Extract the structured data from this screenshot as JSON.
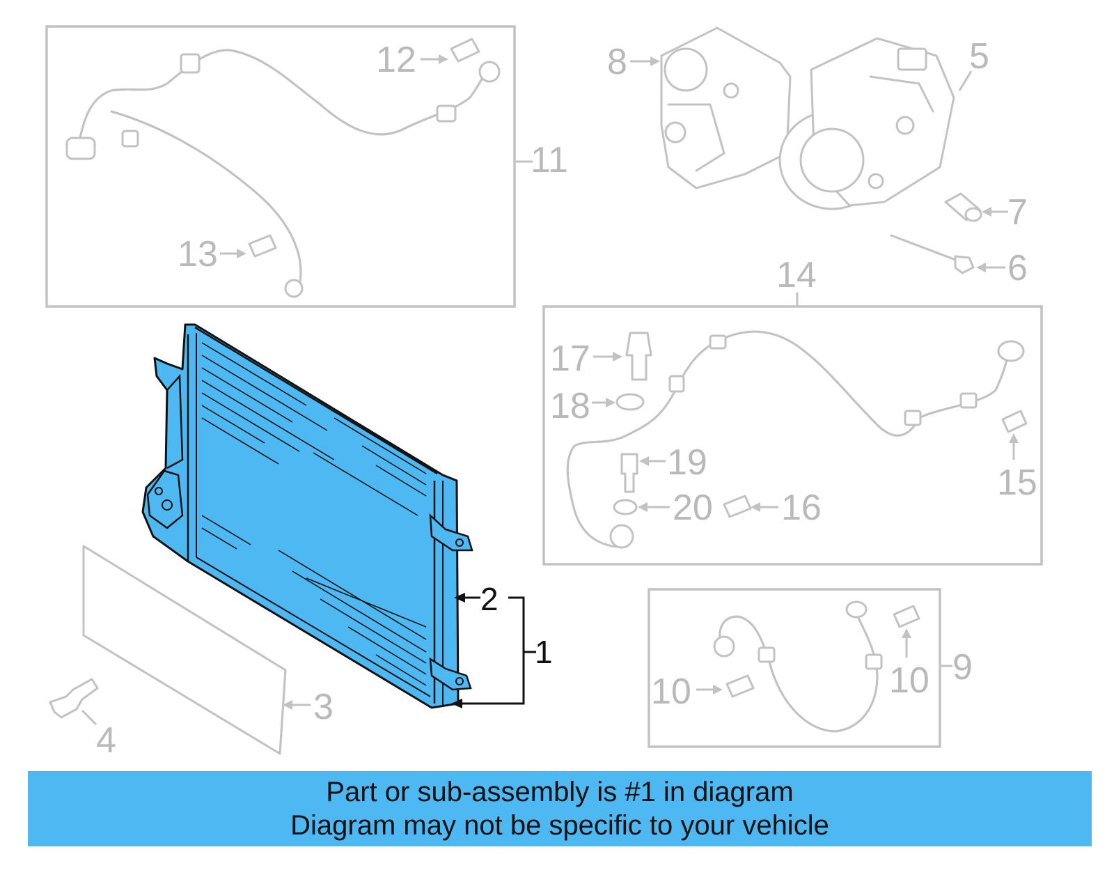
{
  "callouts": {
    "c1": "1",
    "c2": "2",
    "c3": "3",
    "c4": "4",
    "c5": "5",
    "c6": "6",
    "c7": "7",
    "c8": "8",
    "c9": "9",
    "c10a": "10",
    "c10b": "10",
    "c11": "11",
    "c12": "12",
    "c13": "13",
    "c14": "14",
    "c15": "15",
    "c16": "16",
    "c17": "17",
    "c18": "18",
    "c19": "19",
    "c20": "20"
  },
  "banner": {
    "line1": "Part or sub-assembly is #1 in diagram",
    "line2": "Diagram may not be specific to your vehicle"
  },
  "colors": {
    "highlight": "#4db8f2",
    "outline": "#c2c2c2",
    "text": "#111111"
  }
}
